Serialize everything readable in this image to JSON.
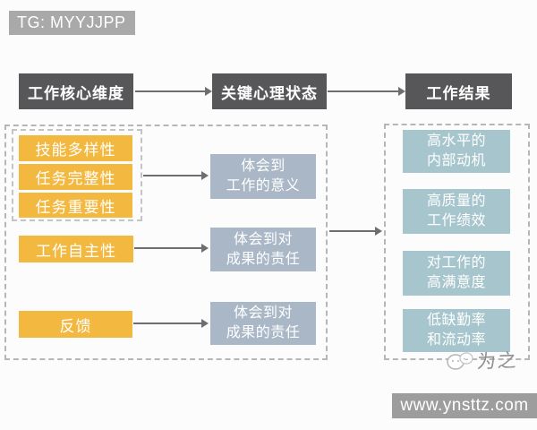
{
  "badge": {
    "text": "TG: MYYJJPP"
  },
  "headers": {
    "col1": "工作核心维度",
    "col2": "关键心理状态",
    "col3": "工作结果"
  },
  "core_job_dimensions": {
    "skill_group": [
      "技能多样性",
      "任务完整性",
      "任务重要性"
    ],
    "autonomy": "工作自主性",
    "feedback": "反馈"
  },
  "psychological_states": [
    "体会到\n工作的意义",
    "体会到对\n成果的责任",
    "体会到对\n成果的责任"
  ],
  "outcomes": [
    "高水平的\n内部动机",
    "高质量的\n工作绩效",
    "对工作的\n高满意度",
    "低缺勤率\n和流动率"
  ],
  "watermark": {
    "url_text": "www.ynsttz.com",
    "logo_text": "为之"
  },
  "colors": {
    "header_bg": "#57575a",
    "dimension_bg": "#f3b83f",
    "state_bg": "#a9b7c7",
    "outcome_bg": "#a6c5cd",
    "badge_bg": "#a9a9a9",
    "watermark_bg": "#9d9d9d",
    "arrow": "#6e6e6e"
  }
}
